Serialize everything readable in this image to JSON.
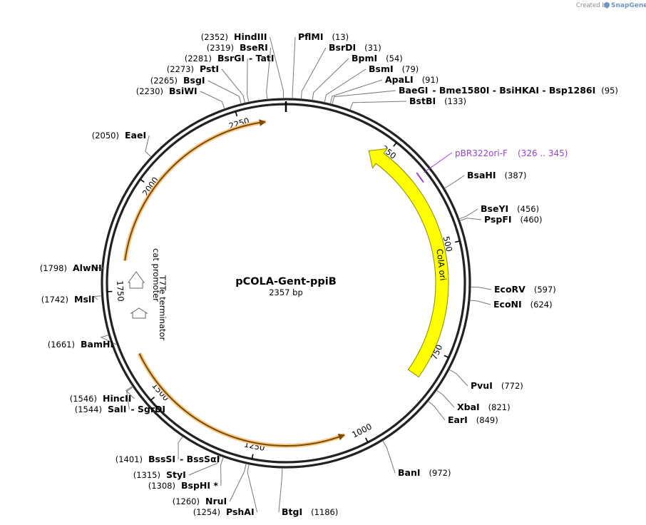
{
  "branding": {
    "created_by": "Created by",
    "app": "SnapGene"
  },
  "plasmid": {
    "name": "pCOLA-Gent-ppiB",
    "length_label": "2357 bp",
    "length": 2357
  },
  "colors": {
    "cola_ori": "#ffff00",
    "orange_arrow": "#f5b041",
    "primer": "#9a3fd6",
    "backbone": "#222222"
  },
  "sites": [
    {
      "id": "hindiii",
      "name": "HindIII",
      "pos_label": "(2352)",
      "pos": 2352
    },
    {
      "id": "pfimi",
      "name": "PflMI",
      "pos_label": "(13)",
      "pos": 13
    },
    {
      "id": "bsrdi",
      "name": "BsrDI",
      "pos_label": "(31)",
      "pos": 31
    },
    {
      "id": "bpmi",
      "name": "BpmI",
      "pos_label": "(54)",
      "pos": 54
    },
    {
      "id": "bsmi",
      "name": "BsmI",
      "pos_label": "(79)",
      "pos": 79
    },
    {
      "id": "apali",
      "name": "ApaLI",
      "pos_label": "(91)",
      "pos": 91
    },
    {
      "id": "baegi",
      "name": "BaeGI",
      "extra": "- Bme1580I   - BsiHKAI   - Bsp1286I",
      "pos_label": "(95)",
      "pos": 95
    },
    {
      "id": "bstbi",
      "name": "BstBI",
      "pos_label": "(133)",
      "pos": 133
    },
    {
      "id": "bsahi",
      "name": "BsaHI",
      "pos_label": "(387)",
      "pos": 387
    },
    {
      "id": "bseyi",
      "name": "BseYI",
      "pos_label": "(456)",
      "pos": 456
    },
    {
      "id": "pspfi",
      "name": "PspFI",
      "pos_label": "(460)",
      "pos": 460
    },
    {
      "id": "ecorv",
      "name": "EcoRV",
      "pos_label": "(597)",
      "pos": 597
    },
    {
      "id": "econi",
      "name": "EcoNI",
      "pos_label": "(624)",
      "pos": 624
    },
    {
      "id": "pvui",
      "name": "PvuI",
      "pos_label": "(772)",
      "pos": 772
    },
    {
      "id": "xbai",
      "name": "XbaI",
      "pos_label": "(821)",
      "pos": 821
    },
    {
      "id": "eari",
      "name": "EarI",
      "pos_label": "(849)",
      "pos": 849
    },
    {
      "id": "bani",
      "name": "BanI",
      "pos_label": "(972)",
      "pos": 972
    },
    {
      "id": "btgi",
      "name": "BtgI",
      "pos_label": "(1186)",
      "pos": 1186
    },
    {
      "id": "pshai",
      "name": "PshAI",
      "pos_label": "(1254)",
      "pos": 1254
    },
    {
      "id": "nrui",
      "name": "NruI",
      "pos_label": "(1260)",
      "pos": 1260
    },
    {
      "id": "bsphi",
      "name": "BspHI *",
      "pos_label": "(1308)",
      "pos": 1308
    },
    {
      "id": "styi",
      "name": "StyI",
      "pos_label": "(1315)",
      "pos": 1315
    },
    {
      "id": "bsssi",
      "name": "BssSI",
      "extra": "- BssSαI",
      "pos_label": "(1401)",
      "pos": 1401
    },
    {
      "id": "sali",
      "name": "SalI",
      "extra": "- SgrDI",
      "pos_label": "(1544)",
      "pos": 1544
    },
    {
      "id": "hincii",
      "name": "HincII",
      "pos_label": "(1546)",
      "pos": 1546
    },
    {
      "id": "bamhi",
      "name": "BamHI",
      "pos_label": "(1661)",
      "pos": 1661
    },
    {
      "id": "msli",
      "name": "MslI",
      "pos_label": "(1742)",
      "pos": 1742
    },
    {
      "id": "alwni",
      "name": "AlwNI",
      "pos_label": "(1798)",
      "pos": 1798
    },
    {
      "id": "eaei",
      "name": "EaeI",
      "pos_label": "(2050)",
      "pos": 2050
    },
    {
      "id": "bsiwi",
      "name": "BsiWI",
      "pos_label": "(2230)",
      "pos": 2230
    },
    {
      "id": "bsgi",
      "name": "BsgI",
      "pos_label": "(2265)",
      "pos": 2265
    },
    {
      "id": "psti",
      "name": "PstI",
      "pos_label": "(2273)",
      "pos": 2273
    },
    {
      "id": "bsrgi",
      "name": "BsrGI",
      "extra": "- TatI",
      "pos_label": "(2281)",
      "pos": 2281
    },
    {
      "id": "bseri",
      "name": "BseRI",
      "pos_label": "(2319)",
      "pos": 2319
    }
  ],
  "primer": {
    "name": "pBR322ori-F",
    "range_label": "(326 .. 345)",
    "start": 326,
    "end": 345
  },
  "features": [
    {
      "id": "cola-ori",
      "label": "ColA ori",
      "start": 210,
      "end": 820,
      "direction": "reverse"
    },
    {
      "id": "cat-promoter",
      "label": "cat promoter",
      "direction": "forward"
    },
    {
      "id": "t7te-terminator",
      "label": "T7Te terminator",
      "direction": "forward"
    },
    {
      "id": "orange-arc-upper",
      "label": "",
      "start": 1820,
      "end": 2310,
      "direction": "forward"
    },
    {
      "id": "orange-arc-lower",
      "label": "",
      "start": 1040,
      "end": 1600,
      "direction": "reverse"
    }
  ],
  "ticks": [
    {
      "value": 250,
      "label": "250"
    },
    {
      "value": 500,
      "label": "500"
    },
    {
      "value": 750,
      "label": "750"
    },
    {
      "value": 1000,
      "label": "1000"
    },
    {
      "value": 1250,
      "label": "1250"
    },
    {
      "value": 1500,
      "label": "1500"
    },
    {
      "value": 1750,
      "label": "1750"
    },
    {
      "value": 2000,
      "label": "2000"
    },
    {
      "value": 2250,
      "label": "2250"
    }
  ]
}
